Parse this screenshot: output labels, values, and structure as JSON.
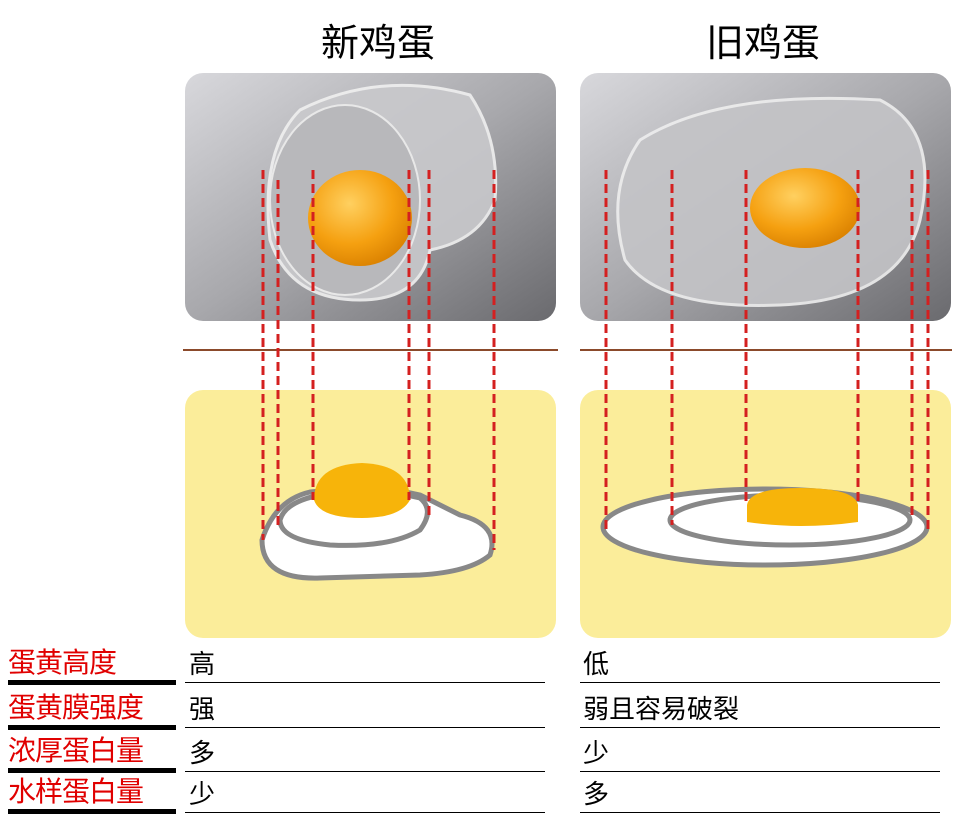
{
  "titles": {
    "fresh": "新鸡蛋",
    "old": "旧鸡蛋"
  },
  "rows": [
    {
      "label": "蛋黄高度",
      "fresh": "高",
      "old": "低"
    },
    {
      "label": "蛋黄膜强度",
      "fresh": "强",
      "old": "弱且容易破裂"
    },
    {
      "label": "浓厚蛋白量",
      "fresh": "多",
      "old": "少"
    },
    {
      "label": "水样蛋白量",
      "fresh": "少",
      "old": "多"
    }
  ],
  "colors": {
    "label": "#e00000",
    "dash": "#d42020",
    "panel": "#fbed9a",
    "yolk": "#f7b40a",
    "divider": "#8b4a2b"
  }
}
